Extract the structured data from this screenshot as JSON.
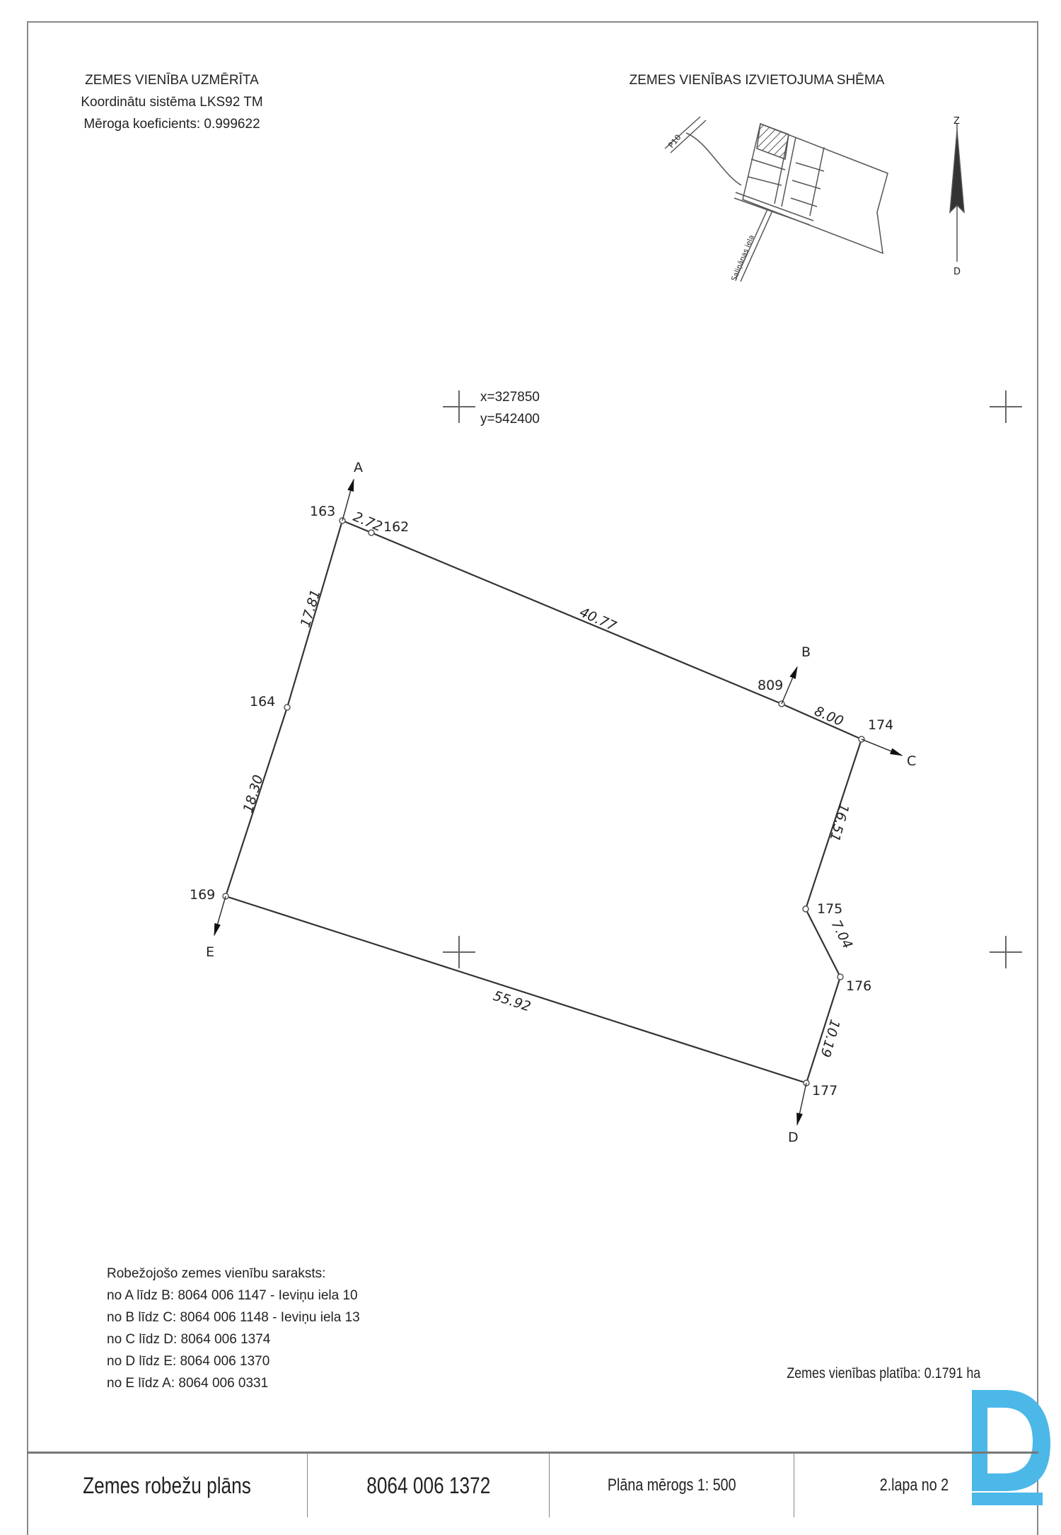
{
  "header": {
    "left": [
      "ZEMES VIENĪBA UZMĒRĪTA",
      "Koordinātu sistēma LKS92 TM",
      "Mēroga koeficients: 0.999622"
    ],
    "right_title": "ZEMES VIENĪBAS IZVIETOJUMA SHĒMA"
  },
  "schema": {
    "road1": "P10",
    "road2": "Saliņānas iela",
    "north": "Z",
    "south": "D"
  },
  "coordinates": {
    "x": "x=327850",
    "y": "y=542400"
  },
  "plot": {
    "points": {
      "p163": "163",
      "p162": "162",
      "p809": "809",
      "p174": "174",
      "p175": "175",
      "p176": "176",
      "p177": "177",
      "p169": "169",
      "p164": "164"
    },
    "directions": {
      "A": "A",
      "B": "B",
      "C": "C",
      "D": "D",
      "E": "E"
    },
    "lengths": {
      "l163_162": "2.72",
      "l162_809": "40.77",
      "l809_174": "8.00",
      "l174_175": "16.51",
      "l175_176": "7.04",
      "l176_177": "10.19",
      "l177_169": "55.92",
      "l169_164": "18.30",
      "l164_163": "17.81"
    }
  },
  "neighbors": {
    "title": "Robežojošo zemes vienību saraksts:",
    "items": [
      "no A līdz B: 8064 006 1147 - Ieviņu iela 10",
      "no B līdz C: 8064 006 1148 - Ieviņu iela 13",
      "no C līdz D: 8064 006 1374",
      "no D līdz E: 8064 006 1370",
      "no E līdz A: 8064 006 0331"
    ]
  },
  "area": "Zemes vienības platība: 0.1791 ha",
  "footer": {
    "title": "Zemes robežu plāns",
    "cadastre": "8064 006 1372",
    "scale": "Plāna mērogs 1: 500",
    "page": "2.lapa no 2"
  },
  "logo": {
    "color": "#4BB8E8"
  }
}
